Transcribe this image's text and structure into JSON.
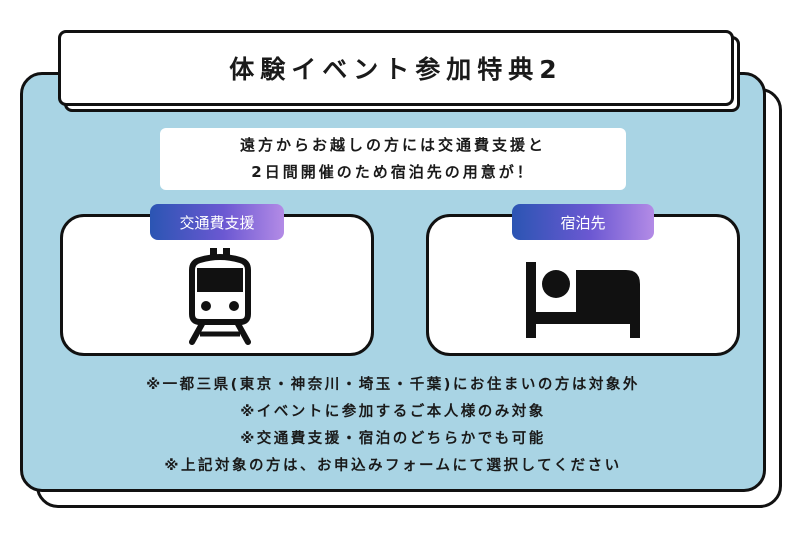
{
  "title": "体験イベント参加特典2",
  "intro": {
    "line1": "遠方からお越しの方には交通費支援と",
    "line2": "2日間開催のため宿泊先の用意が！"
  },
  "benefits": [
    {
      "label": "交通費支援",
      "icon": "train-icon"
    },
    {
      "label": "宿泊先",
      "icon": "bed-icon"
    }
  ],
  "notes": [
    "※一都三県(東京・神奈川・埼玉・千葉)にお住まいの方は対象外",
    "※イベントに参加するご本人様のみ対象",
    "※交通費支援・宿泊のどちらかでも可能",
    "※上記対象の方は、お申込みフォームにて選択してください"
  ],
  "colors": {
    "panel": "#a9d4e4",
    "pill_gradient_start": "#2b55b3",
    "pill_gradient_end": "#b38be6",
    "ink": "#111111"
  }
}
